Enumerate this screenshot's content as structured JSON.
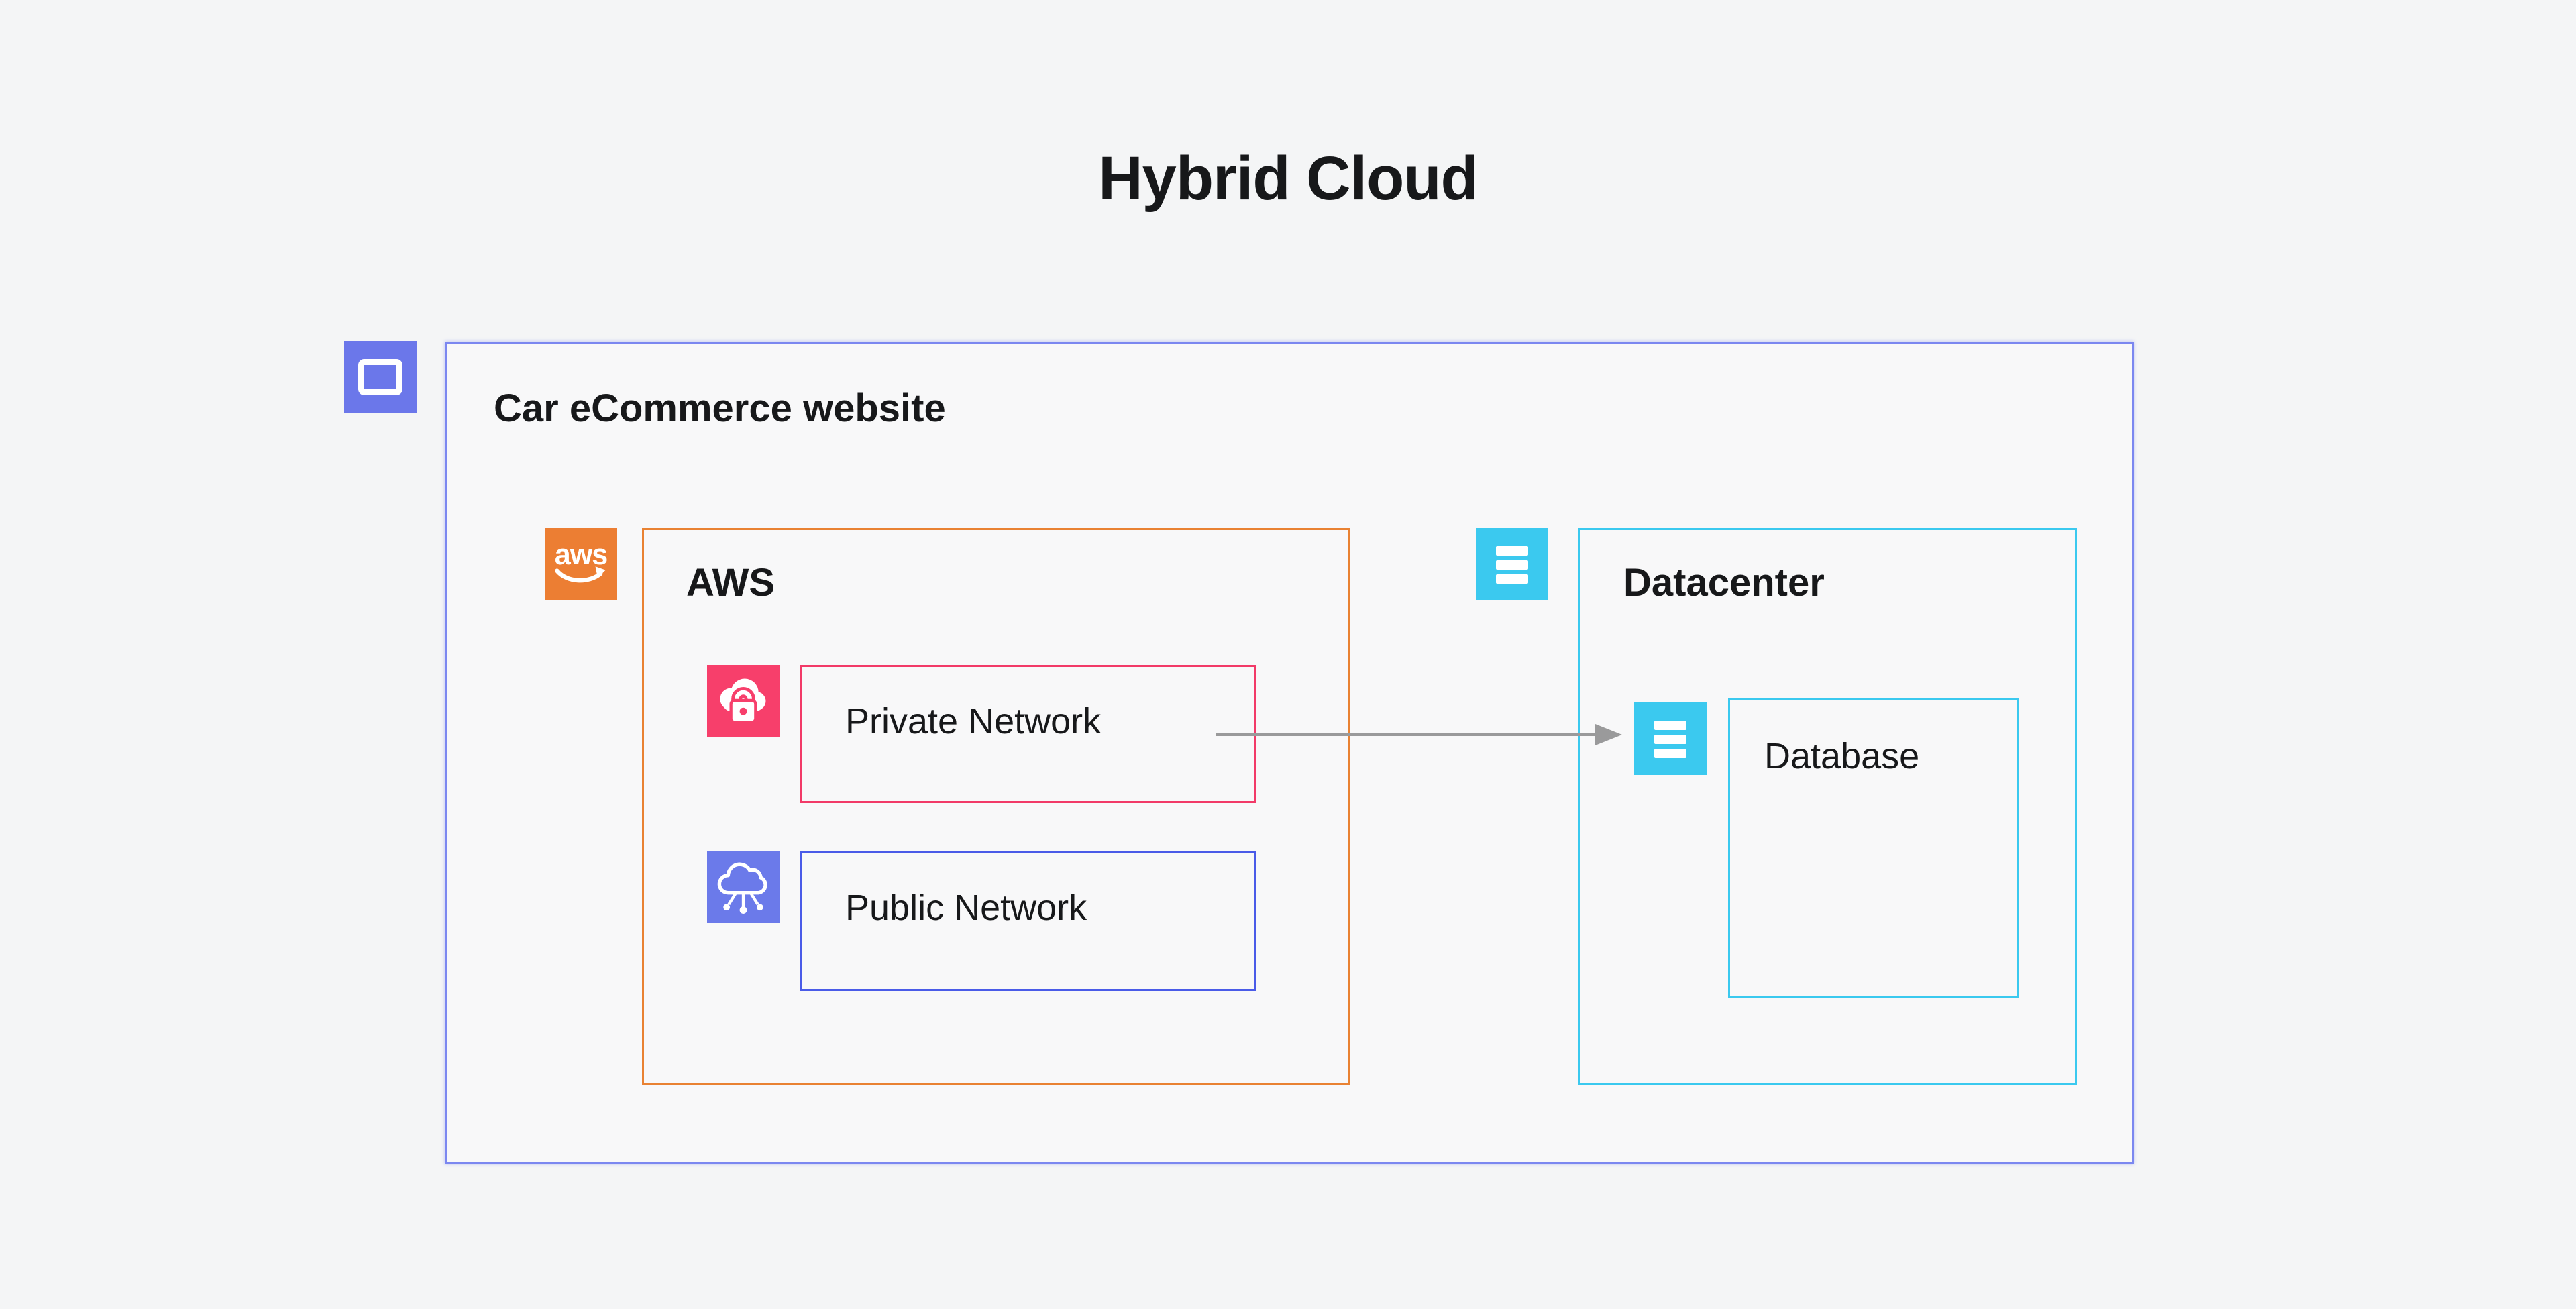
{
  "title": "Hybrid Cloud",
  "diagram": {
    "outer_box": {
      "label": "Car eCommerce website",
      "icon": "window-icon"
    },
    "aws_box": {
      "label": "AWS",
      "icon": "aws-logo-icon",
      "logo_text": "aws"
    },
    "private_network_box": {
      "label": "Private Network",
      "icon": "cloud-lock-icon"
    },
    "public_network_box": {
      "label": "Public Network",
      "icon": "cloud-network-icon"
    },
    "datacenter_box": {
      "label": "Datacenter",
      "icon": "stacked-rows-icon"
    },
    "database_box": {
      "label": "Database",
      "icon": "stacked-rows-icon"
    },
    "connections": [
      {
        "from": "Private Network",
        "to": "Database",
        "style": "gray-arrow"
      }
    ]
  },
  "colors": {
    "background": "#f4f5f6",
    "box_fill": "#f8f8f9",
    "text": "#17181a",
    "outer_border": "#7b87f0",
    "window_icon_bg": "#6b77ea",
    "aws_orange": "#ec7e33",
    "aws_border": "#e98233",
    "pink": "#f73f6b",
    "pink_border": "#f23a68",
    "blue_border": "#4a5be8",
    "blue_icon_bg": "#6b7aea",
    "cyan": "#3bc9ef",
    "arrow_gray": "#9a9a9b"
  }
}
